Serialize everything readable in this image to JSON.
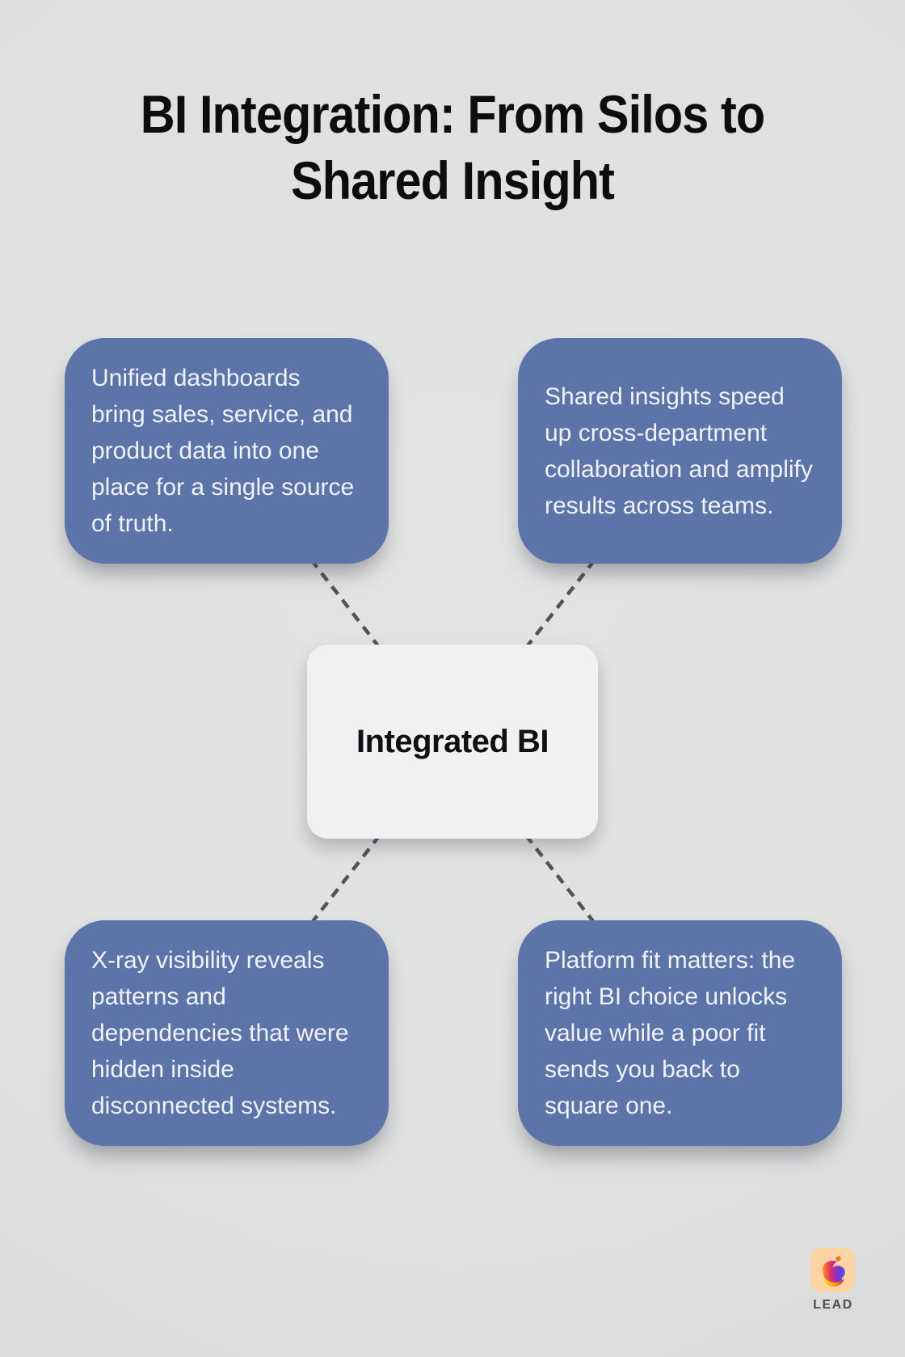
{
  "title": "BI Integration: From Silos to\nShared Insight",
  "center_node": {
    "label": "Integrated BI"
  },
  "cards": {
    "top_left": {
      "text": "Unified dashboards bring sales, service, and product data into one place for a single source of truth."
    },
    "top_right": {
      "text": "Shared insights speed up cross-department collaboration and amplify results across teams."
    },
    "bottom_left": {
      "text": "X-ray visibility reveals patterns and dependencies that were hidden inside disconnected systems."
    },
    "bottom_right": {
      "text": "Platform fit matters: the right BI choice unlocks value while a poor fit sends you back to square one."
    }
  },
  "brand": {
    "name": "LEAD",
    "logo_icon": "lead-bird-i-glyph"
  },
  "colors": {
    "background": "#dedfdf",
    "card_background": "#5c74a8",
    "card_text": "#eff3f9",
    "center_node_background": "#f0f1f3",
    "center_node_text": "#101010",
    "connector": "#515355",
    "title_text": "#0d0d0d",
    "logo_tile_background": "#fbd3a4",
    "brand_text": "#4a4c4f"
  }
}
